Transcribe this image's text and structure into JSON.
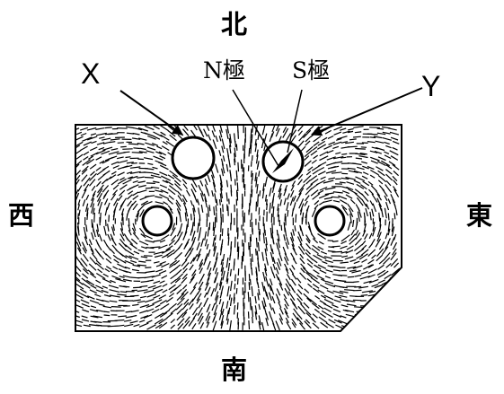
{
  "directions": {
    "north": "北",
    "south": "南",
    "west": "西",
    "east": "東"
  },
  "labels": {
    "x": "X",
    "y": "Y",
    "n_pole": "N極",
    "s_pole": "S極"
  },
  "colors": {
    "ink": "#000000",
    "paper": "#ffffff"
  }
}
